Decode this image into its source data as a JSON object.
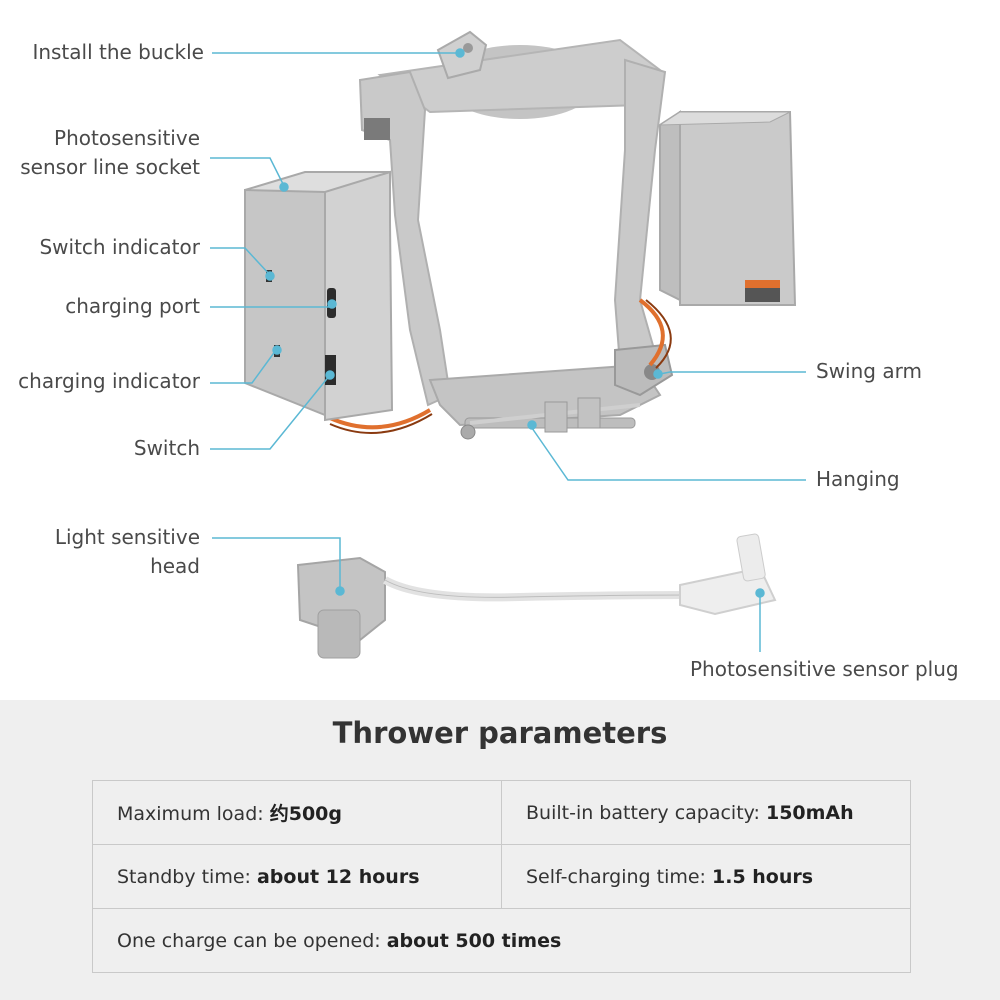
{
  "labels": {
    "install_buckle": "Install the buckle",
    "photo_socket_line1": "Photosensitive",
    "photo_socket_line2": "sensor line socket",
    "switch_indicator": "Switch indicator",
    "charging_port": "charging port",
    "charging_indicator": "charging indicator",
    "switch": "Switch",
    "swing_arm": "Swing arm",
    "hanging": "Hanging",
    "light_head_line1": "Light sensitive",
    "light_head_line2": "head",
    "photo_plug": "Photosensitive sensor plug"
  },
  "params": {
    "title": "Thrower parameters",
    "max_load_label": "Maximum load: ",
    "max_load_value": "约500g",
    "battery_label": "Built-in battery capacity: ",
    "battery_value": "150mAh",
    "standby_label": "Standby time: ",
    "standby_value": "about 12 hours",
    "selfcharge_label": "Self-charging time: ",
    "selfcharge_value": "1.5 hours",
    "opens_label": "One charge can be opened: ",
    "opens_value": "about 500 times"
  },
  "colors": {
    "leader": "#5bb8d4",
    "device_gray": "#c6c6c6",
    "cable_orange": "#e0702e"
  }
}
